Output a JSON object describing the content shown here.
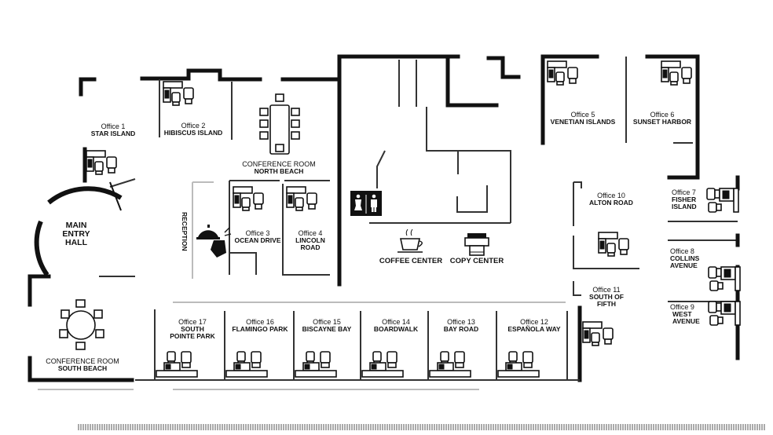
{
  "offices": [
    {
      "name": "Office 1",
      "label": [
        "STAR ISLAND"
      ]
    },
    {
      "name": "Office 2",
      "label": [
        "HIBISCUS ISLAND"
      ]
    },
    {
      "name": "Office 3",
      "label": [
        "OCEAN DRIVE"
      ]
    },
    {
      "name": "Office 4",
      "label": [
        "LINCOLN",
        "ROAD"
      ]
    },
    {
      "name": "Office 5",
      "label": [
        "VENETIAN ISLANDS"
      ]
    },
    {
      "name": "Office 6",
      "label": [
        "SUNSET HARBOR"
      ]
    },
    {
      "name": "Office 7",
      "label": [
        "FISHER",
        "ISLAND"
      ]
    },
    {
      "name": "Office 8",
      "label": [
        "COLLINS",
        "AVENUE"
      ]
    },
    {
      "name": "Office 9",
      "label": [
        "WEST",
        "AVENUE"
      ]
    },
    {
      "name": "Office 10",
      "label": [
        "ALTON ROAD"
      ]
    },
    {
      "name": "Office 11",
      "label": [
        "SOUTH OF",
        "FIFTH"
      ]
    },
    {
      "name": "Office 12",
      "label": [
        "ESPAÑOLA WAY"
      ]
    },
    {
      "name": "Office 13",
      "label": [
        "BAY ROAD"
      ]
    },
    {
      "name": "Office 14",
      "label": [
        "BOARDWALK"
      ]
    },
    {
      "name": "Office 15",
      "label": [
        "BISCAYNE BAY"
      ]
    },
    {
      "name": "Office 16",
      "label": [
        "FLAMINGO PARK"
      ]
    },
    {
      "name": "Office 17",
      "label": [
        "SOUTH",
        "POINTE PARK"
      ]
    }
  ],
  "conference_rooms": [
    {
      "name": "CONFERENCE ROOM",
      "label": "NORTH BEACH"
    },
    {
      "name": "CONFERENCE ROOM",
      "label": "SOUTH BEACH"
    }
  ],
  "areas": {
    "main_entry": [
      "MAIN",
      "ENTRY",
      "HALL"
    ],
    "reception": "RECEPTION",
    "coffee": "COFFEE CENTER",
    "copy": "COPY CENTER"
  },
  "icons": {
    "restroom": "restroom-icon",
    "coffee": "coffee-cup-icon",
    "copy": "printer-icon",
    "reception": "reception-bell-icon"
  }
}
